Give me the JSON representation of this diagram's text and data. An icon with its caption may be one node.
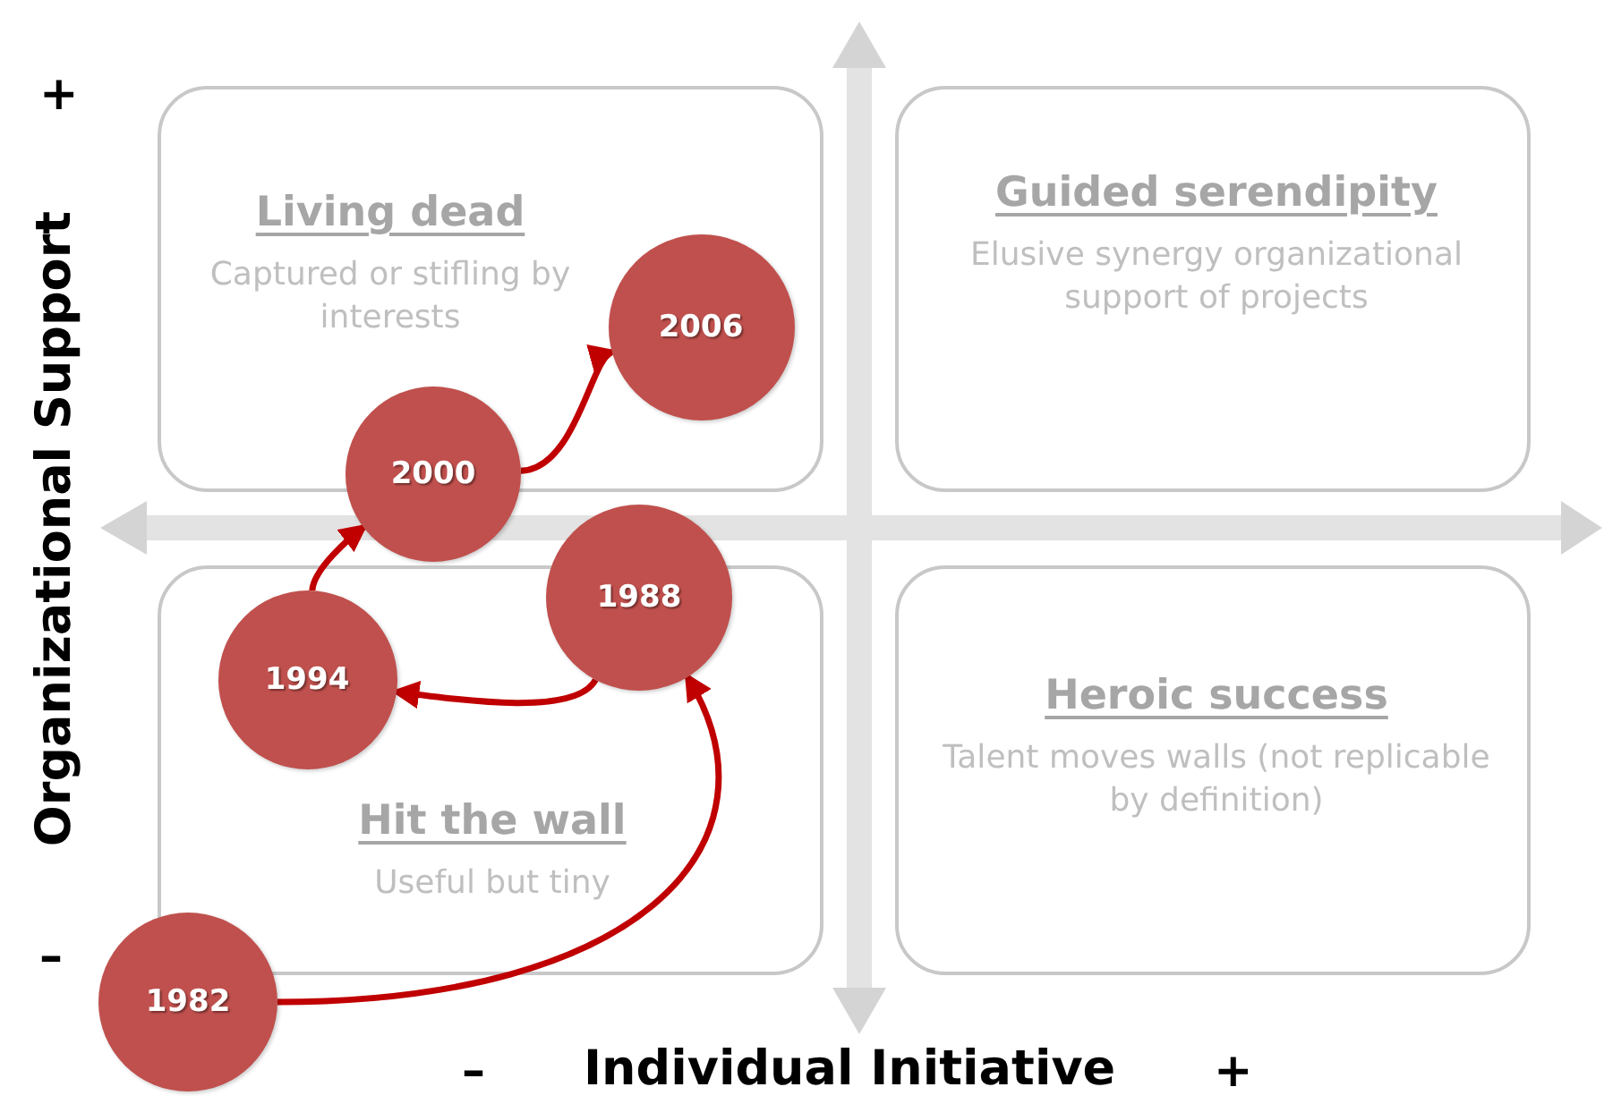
{
  "diagram": {
    "nodes": [
      {
        "text": [
          "Living dead",
          "Captured or stifling by interests"
        ]
      },
      {
        "text": [
          "Guided serendipity",
          "Elusive synergy organizational support of projects"
        ]
      },
      {
        "text": [
          "Hit the wall",
          "Useful but tiny"
        ]
      },
      {
        "text": [
          "Heroic success",
          "Talent moves walls (not replicable by definition)"
        ]
      },
      {
        "text": [
          "2006"
        ],
        "in": 0
      },
      {
        "text": [
          "2000"
        ]
      },
      {
        "text": [
          "1988"
        ]
      },
      {
        "text": [
          "1994"
        ],
        "in": 2
      },
      {
        "text": [
          "1982"
        ]
      }
    ],
    "edges": [
      {
        "from": 8,
        "to": 6,
        "arrow": "to"
      },
      {
        "from": 6,
        "to": 7,
        "arrow": "to"
      },
      {
        "from": 7,
        "to": 5,
        "arrow": "to"
      },
      {
        "from": 5,
        "to": 4,
        "arrow": "to"
      }
    ],
    "labels": [
      "+",
      "Organizational Support",
      "–",
      "–",
      "Individual Initiative",
      "+"
    ]
  }
}
